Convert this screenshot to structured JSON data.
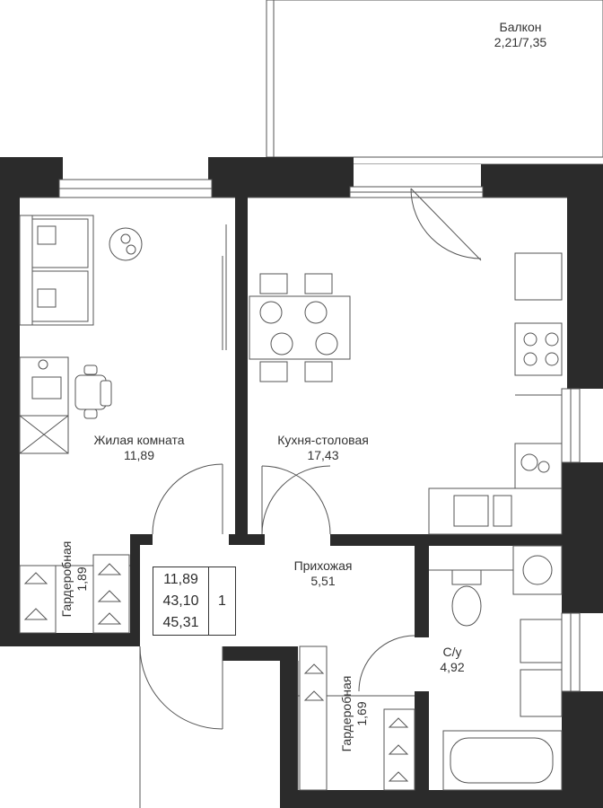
{
  "rooms": {
    "balcony": {
      "name": "Балкон",
      "area": "2,21/7,35"
    },
    "living": {
      "name": "Жилая комната",
      "area": "11,89"
    },
    "kitchen": {
      "name": "Кухня-столовая",
      "area": "17,43"
    },
    "hall": {
      "name": "Прихожая",
      "area": "5,51"
    },
    "bath": {
      "name": "С/у",
      "area": "4,92"
    },
    "wardrobe1": {
      "name": "Гардеробная",
      "area": "1,89"
    },
    "wardrobe2": {
      "name": "Гардеробная",
      "area": "1,69"
    }
  },
  "summary": {
    "living_area": "11,89",
    "total_area": "43,10",
    "total_with_balcony": "45,31",
    "room_count": "1"
  },
  "colors": {
    "wall": "#2b2b2b",
    "line": "#555555",
    "fill_furniture": "#ffffff"
  }
}
